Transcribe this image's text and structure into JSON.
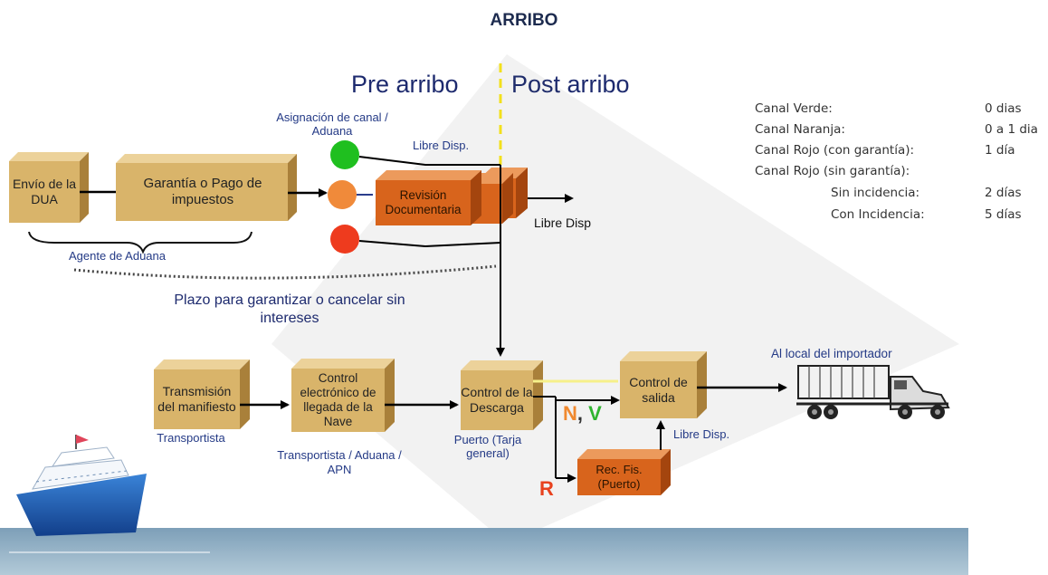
{
  "title": "ARRIBO",
  "phases": {
    "pre": "Pre arribo",
    "post": "Post arribo"
  },
  "top": {
    "channel_label": "Asignación de canal / Aduana",
    "envio": "Envío de la DUA",
    "garantia": "Garantía o Pago de impuestos",
    "revision": "Revisión Documentaria",
    "libre_disp_top": "Libre Disp.",
    "libre_disp_right": "Libre Disp",
    "agente": "Agente de Aduana",
    "plazo": "Plazo para garantizar o cancelar sin intereses"
  },
  "bottom": {
    "transmision": "Transmisión del manifiesto",
    "transportista": "Transportista",
    "control_electronico": "Control electrónico de llegada de la Nave",
    "transportista_aduana": "Transportista / Aduana / APN",
    "control_descarga": "Control de la Descarga",
    "puerto": "Puerto (Tarja general)",
    "control_salida": "Control de salida",
    "libre_disp": "Libre Disp.",
    "rec_fis": "Rec. Fis. (Puerto)",
    "al_local": "Al local del importador",
    "letter_n": "N",
    "comma": ",",
    "letter_v": "V",
    "letter_r": "R"
  },
  "canales": [
    {
      "label": "Canal Verde:",
      "value": "0 dias"
    },
    {
      "label": "Canal Naranja:",
      "value": "0 a 1 dia"
    },
    {
      "label": "Canal Rojo (con garantía):",
      "value": "1 día"
    },
    {
      "label": "Canal Rojo (sin garantía):",
      "value": ""
    },
    {
      "label": "Sin incidencia:",
      "value": "2 días"
    },
    {
      "label": "Con Incidencia:",
      "value": "5 días"
    }
  ],
  "colors": {
    "green_channel": "#1fbf1f",
    "orange_channel": "#f08a3a",
    "red_channel": "#ee3b1e",
    "box_tan": "#d9b46a",
    "box_orange": "#d8641c",
    "title_navy": "#1d2b4f"
  }
}
